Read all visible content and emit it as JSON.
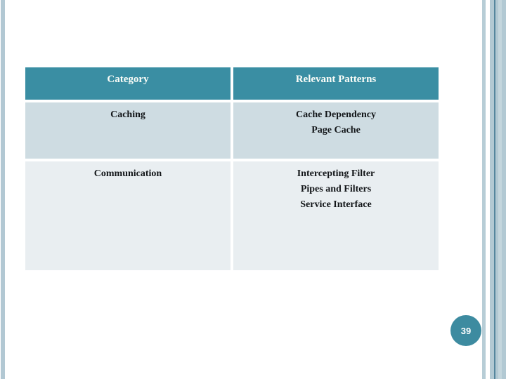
{
  "page": {
    "slide_number": "39",
    "background_color": "#ffffff"
  },
  "decor": {
    "left_stripe_color": "#b2c8d3",
    "right_thin_stripe_color": "#b7cdd6",
    "right_band_color": "#b2c9d3",
    "right_band_dark_line_color": "#54869d",
    "right_band_light_line_color": "#c4d6dd",
    "badge_color": "#3d8ba0"
  },
  "table": {
    "header_bg": "#3a8ea3",
    "header_text_color": "#fbfdf8",
    "row_bg_colors": [
      "#cedce2",
      "#e9eef1"
    ],
    "columns": [
      "Category",
      "Relevant Patterns"
    ],
    "rows": [
      {
        "category": "Caching",
        "patterns": [
          "Cache Dependency",
          "Page Cache"
        ]
      },
      {
        "category": "Communication",
        "patterns": [
          "Intercepting Filter",
          "Pipes and Filters",
          "Service Interface"
        ]
      }
    ]
  }
}
